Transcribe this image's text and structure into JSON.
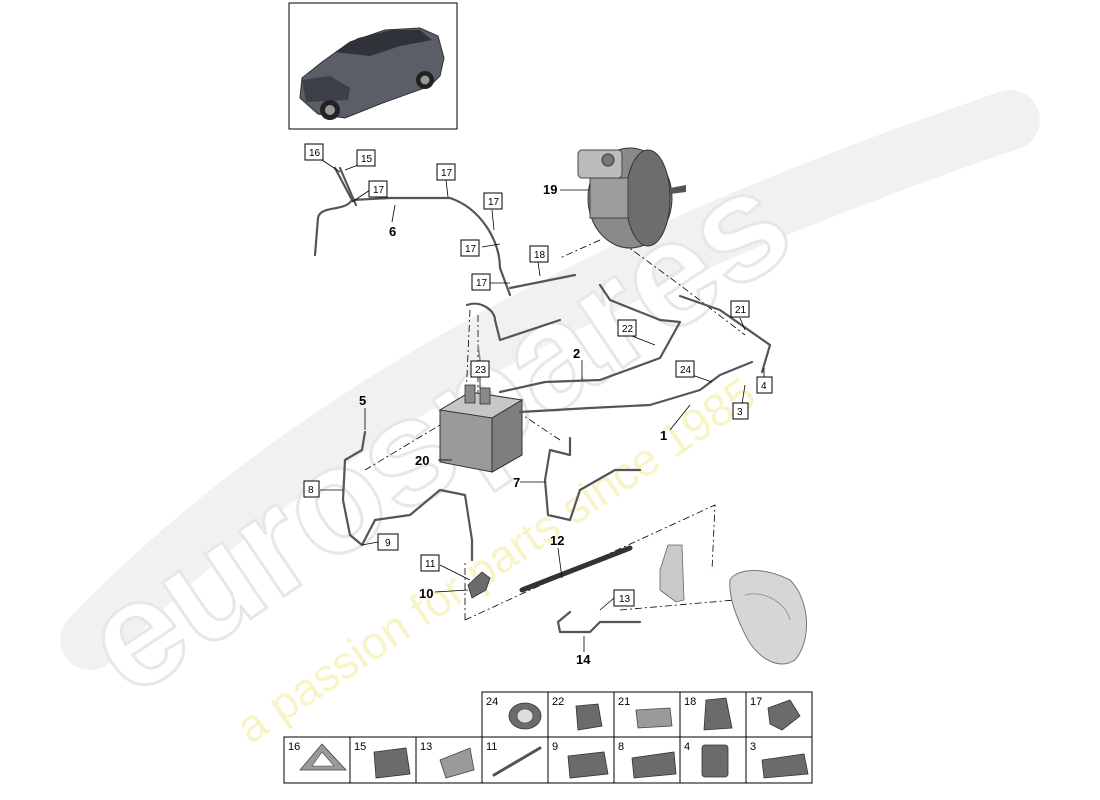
{
  "watermark": {
    "brand": "eurospares",
    "tagline": "a passion for parts since 1985"
  },
  "callouts": {
    "c1": "1",
    "c2": "2",
    "c3": "3",
    "c4": "4",
    "c5": "5",
    "c6": "6",
    "c7": "7",
    "c8": "8",
    "c9": "9",
    "c10": "10",
    "c11": "11",
    "c12": "12",
    "c13": "13",
    "c14": "14",
    "c15": "15",
    "c16": "16",
    "c17": "17",
    "c18": "18",
    "c19": "19",
    "c20": "20",
    "c21": "21",
    "c22": "22",
    "c23": "23",
    "c24": "24"
  },
  "parts_grid": {
    "top_row": [
      "24",
      "22",
      "21",
      "18",
      "17"
    ],
    "bottom_row": [
      "16",
      "15",
      "13",
      "11",
      "9",
      "8",
      "4",
      "3"
    ]
  }
}
